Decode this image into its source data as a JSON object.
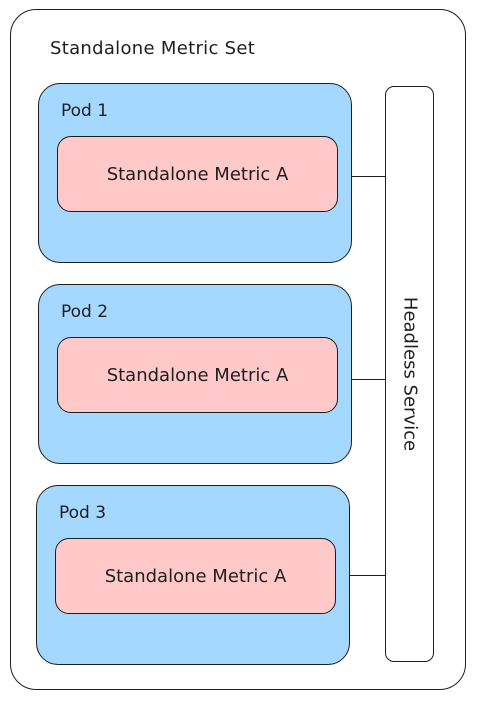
{
  "diagram": {
    "set_title": "Standalone Metric Set",
    "service_label": "Headless Service",
    "pods": [
      {
        "label": "Pod 1",
        "metric": "Standalone Metric A"
      },
      {
        "label": "Pod 2",
        "metric": "Standalone Metric A"
      },
      {
        "label": "Pod 3",
        "metric": "Standalone Metric A"
      }
    ]
  },
  "colors": {
    "pod_fill": "#a5d8ff",
    "metric_fill": "#ffc9c9",
    "stroke": "#1e1e1e",
    "background": "#ffffff"
  }
}
